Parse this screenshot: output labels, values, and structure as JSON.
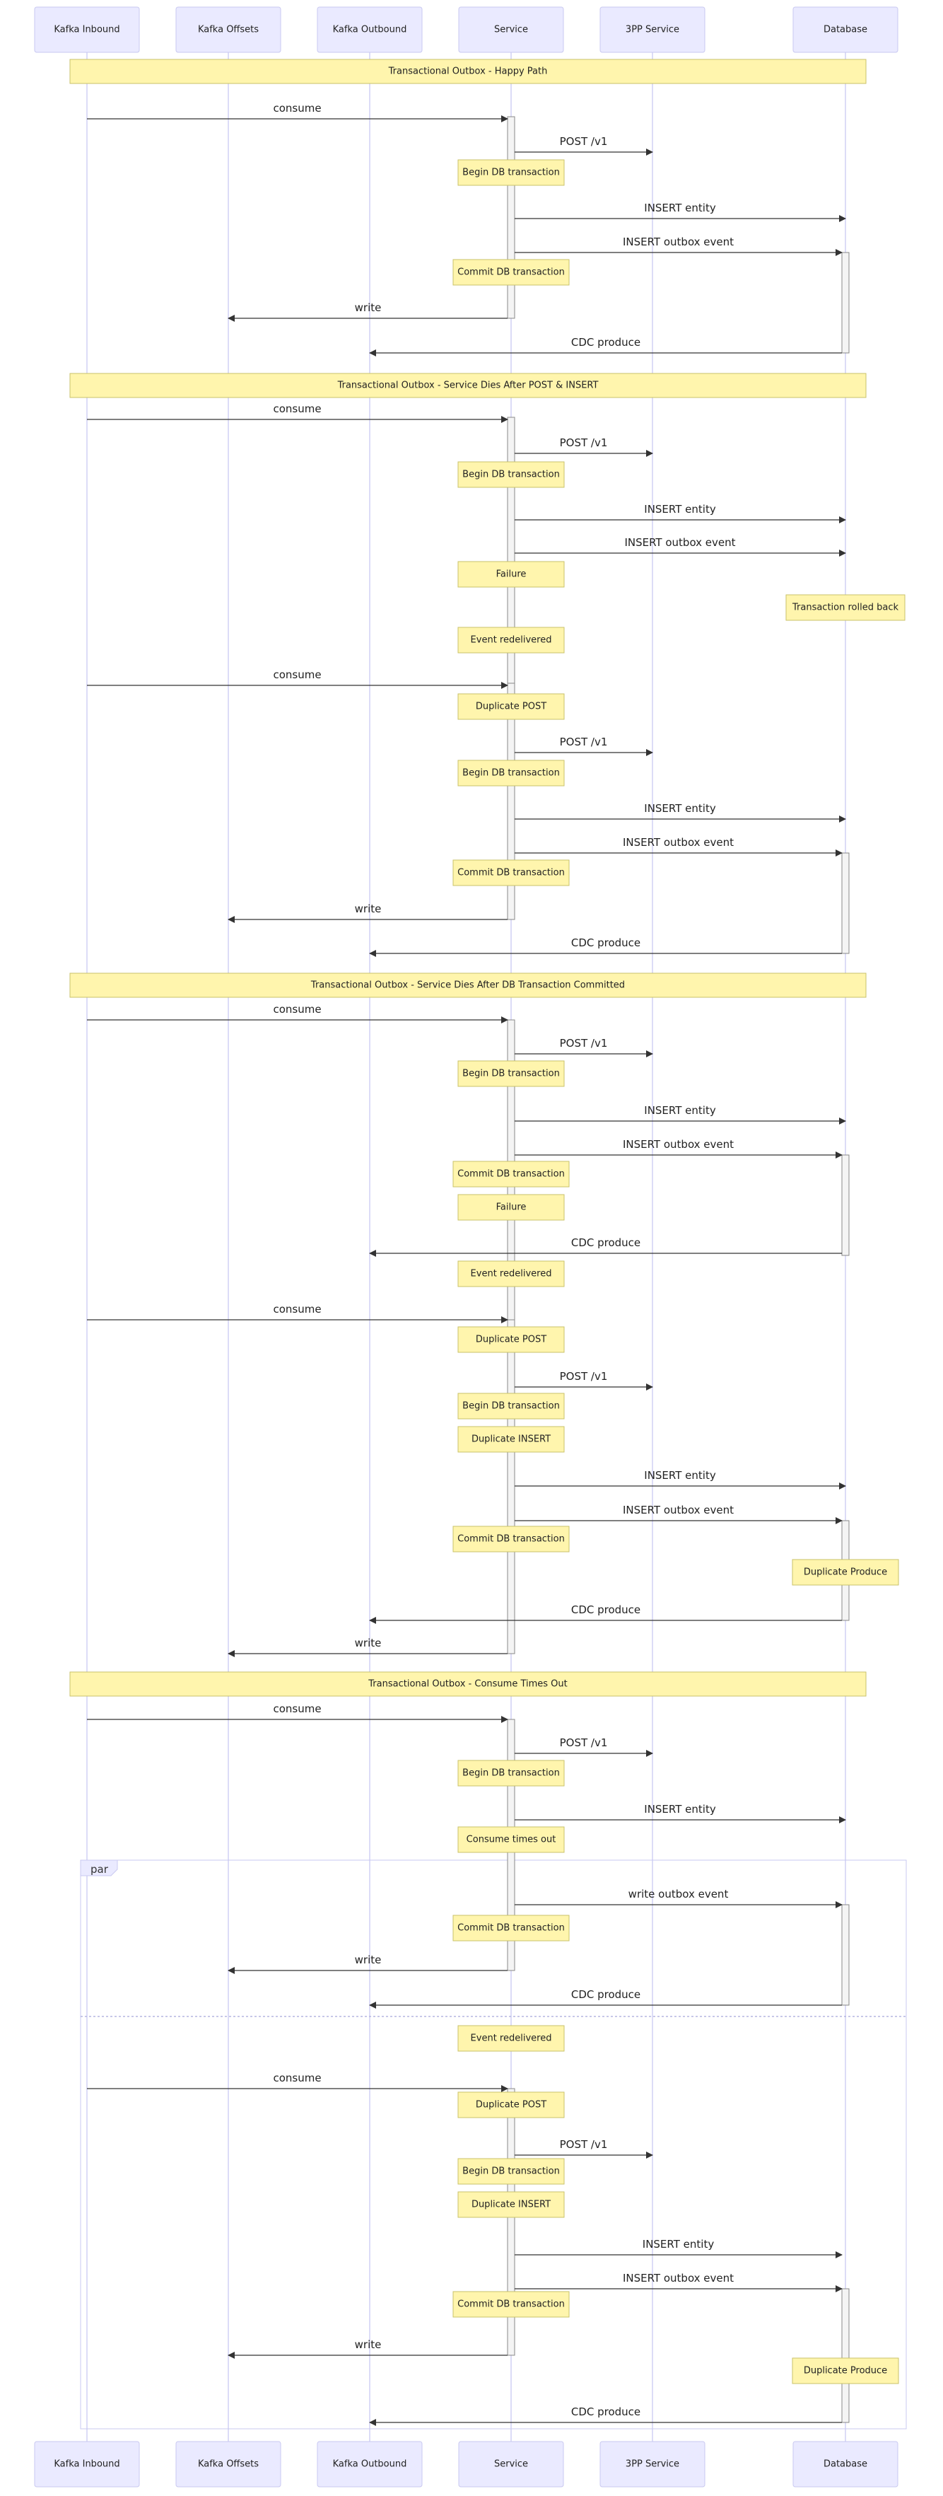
{
  "actors": [
    "Kafka Inbound",
    "Kafka Offsets",
    "Kafka Outbound",
    "Service",
    "3PP Service",
    "Database"
  ],
  "sections": [
    "Transactional Outbox - Happy Path",
    "Transactional Outbox - Service Dies After POST & INSERT",
    "Transactional Outbox - Service Dies After DB Transaction Committed",
    "Transactional Outbox - Consume Times Out"
  ],
  "labels": {
    "consume": "consume",
    "post": "POST /v1",
    "insert_entity": "INSERT entity",
    "insert_outbox": "INSERT outbox event",
    "write_outbox": "write outbox event",
    "write": "write",
    "cdc_produce": "CDC produce"
  },
  "notes": {
    "begin_tx": "Begin DB transaction",
    "commit_tx": "Commit DB transaction",
    "failure": "Failure",
    "rolled_back": "Transaction rolled back",
    "redelivered": "Event redelivered",
    "dup_post": "Duplicate POST",
    "dup_insert": "Duplicate INSERT",
    "dup_produce": "Duplicate Produce",
    "consume_timeout": "Consume times out"
  },
  "par_label": "par"
}
